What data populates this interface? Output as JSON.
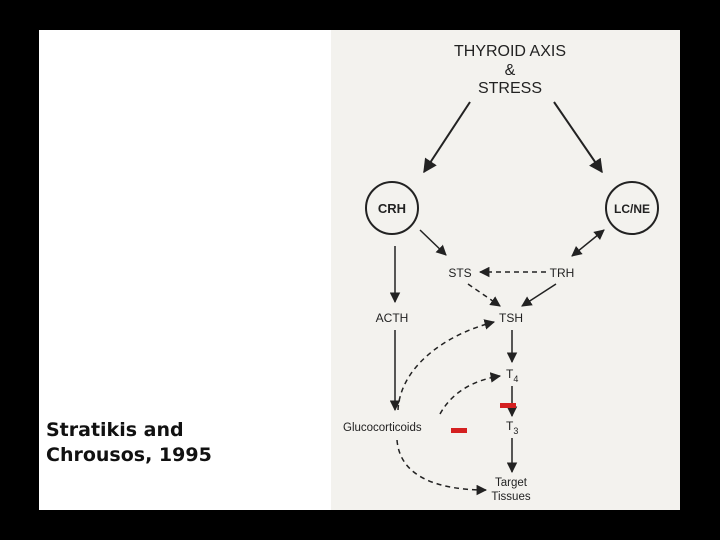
{
  "citation": {
    "line1": "Stratikis and",
    "line2": "Chrousos, 1995"
  },
  "diagram": {
    "title_line1": "THYROID AXIS",
    "title_line2": "&",
    "title_line3": "STRESS",
    "nodes": {
      "crh": "CRH",
      "lcne": "LC/NE",
      "sts": "STS",
      "trh": "TRH",
      "acth": "ACTH",
      "tsh": "TSH",
      "t4_base": "T",
      "t4_sub": "4",
      "t3_base": "T",
      "t3_sub": "3",
      "glucocorticoids": "Glucocorticoids",
      "target_line1": "Target",
      "target_line2": "Tissues"
    },
    "inhibition_mark": "–",
    "colors": {
      "inhibition": "#d42020",
      "ink": "#222222"
    }
  }
}
